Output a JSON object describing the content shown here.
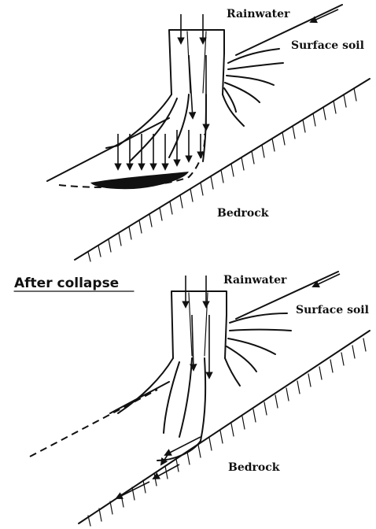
{
  "top_panel": {
    "rainwater_label": "Rainwater",
    "surface_soil_label": "Surface soil",
    "bedrock_label": "Bedrock"
  },
  "bottom_panel": {
    "title": "After collapse",
    "rainwater_label": "Rainwater",
    "surface_soil_label": "Surface soil",
    "bedrock_label": "Bedrock"
  }
}
